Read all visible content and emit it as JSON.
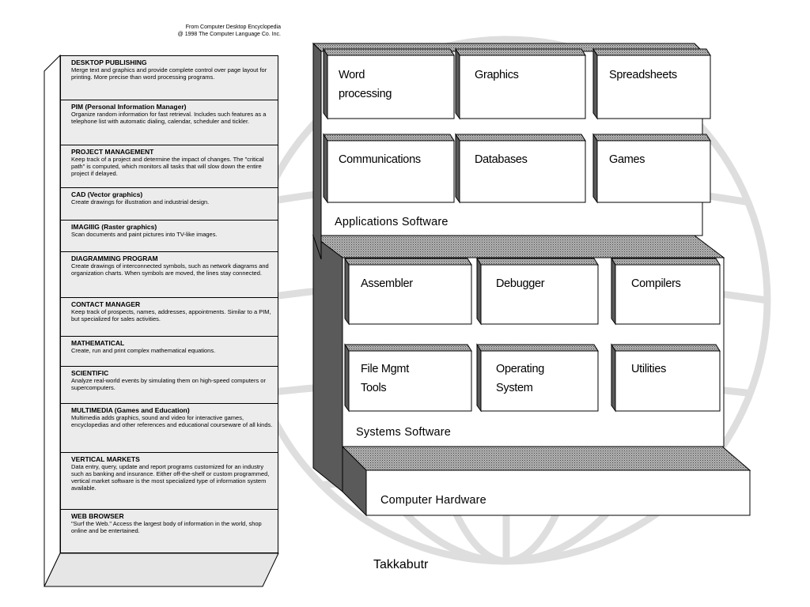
{
  "credit": {
    "line1": "From Computer Desktop Encyclopedia",
    "line2": "@ 1998 The Computer Language Co. Inc."
  },
  "categories": [
    {
      "title": "DESKTOP PUBLISHING",
      "description": "Merge text and graphics and provide complete control over page layout for printing.  More precise than word processing programs."
    },
    {
      "title": "PIM (Personal Information Manager)",
      "description": "Organize random information for fast  retrieval. Includes such features as a telephone list with automatic dialing, calendar, scheduler and tickler."
    },
    {
      "title": "PROJECT MANAGEMENT",
      "description": "Keep track of a project and determine the impact of changes.  The \"critical path\" is computed, which monitors all tasks that will slow down the entire project if delayed."
    },
    {
      "title": "CAD (Vector graphics)",
      "description": "Create drawings for illustration and industrial design."
    },
    {
      "title": "IMAGIIIG (Raster graphics)",
      "description": "Scan documents and paint pictures into TV-like images."
    },
    {
      "title": "DIAGRAMMING PROGRAM",
      "description": "Create drawings of interconnected symbols, such as network diagrams and organization charts.  When symbols are moved, the lines stay connected."
    },
    {
      "title": "CONTACT MANAGER",
      "description": "Keep track of prospects, names, addresses, appointments. Similar to a PIM, but specialized for sales activities."
    },
    {
      "title": "MATHEMATICAL",
      "description": "Create, run and print complex mathematical equations."
    },
    {
      "title": "SCIENTIFIC",
      "description": "Analyze real-world events by simulating them on high-speed computers or supercomputers."
    },
    {
      "title": "MULTIMEDIA (Games and Education)",
      "description": "Multimedia adds graphics, sound and video for interactive games, encyclopedias and other references and educational courseware of all kinds."
    },
    {
      "title": "VERTICAL MARKETS",
      "description": "Data entry, query, update and report programs customized for an industry such as banking and insurance.  Either off-the-shelf or custom programmed, vertical market software is the most specialized type of information system available."
    },
    {
      "title": "WEB BROWSER",
      "description": "\"Surf the Web.\" Access the largest body of information in the world, shop online and be entertained."
    }
  ],
  "applications_layer": {
    "label": "Applications Software",
    "boxes": [
      {
        "line1": "Word",
        "line2": "processing"
      },
      {
        "line1": "Graphics",
        "line2": ""
      },
      {
        "line1": "Spreadsheets",
        "line2": ""
      },
      {
        "line1": "Communications",
        "line2": ""
      },
      {
        "line1": "Databases",
        "line2": ""
      },
      {
        "line1": "Games",
        "line2": ""
      }
    ]
  },
  "systems_layer": {
    "label": "Systems Software",
    "boxes": [
      {
        "line1": "Assembler",
        "line2": ""
      },
      {
        "line1": "Debugger",
        "line2": ""
      },
      {
        "line1": "Compilers",
        "line2": ""
      },
      {
        "line1": "File Mgmt",
        "line2": "Tools"
      },
      {
        "line1": "Operating",
        "line2": "System"
      },
      {
        "line1": "Utilities",
        "line2": ""
      }
    ]
  },
  "hardware_layer": {
    "label": "Computer Hardware"
  },
  "caption": "Takkabutr",
  "colors": {
    "background": "#ffffff",
    "panel_fill": "#ececec",
    "dark_side": "#5a5a5a",
    "hatched_top": "#8a8a8a",
    "globe_lines": "#d9d9d9"
  }
}
